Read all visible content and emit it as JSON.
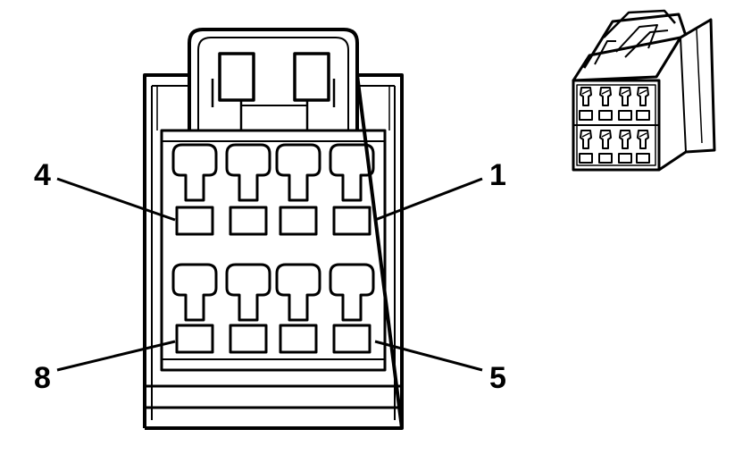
{
  "diagram": {
    "pin_labels": {
      "top_left": "4",
      "top_right": "1",
      "bottom_left": "8",
      "bottom_right": "5"
    },
    "colors": {
      "line": "#000000",
      "background": "#ffffff"
    }
  }
}
